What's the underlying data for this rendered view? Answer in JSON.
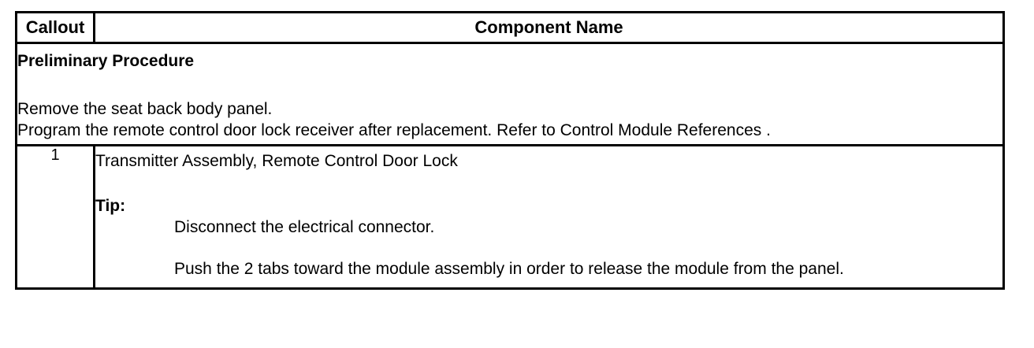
{
  "table": {
    "headers": {
      "callout": "Callout",
      "component_name": "Component Name"
    },
    "rows": [
      {
        "type": "preliminary",
        "callout": "",
        "heading": "Preliminary Procedure",
        "lines": [
          "Remove the seat back body panel.",
          "Program the remote control door lock receiver after replacement. Refer to Control Module References ."
        ]
      },
      {
        "type": "component",
        "callout": "1",
        "title": "Transmitter Assembly, Remote Control Door Lock",
        "tip_label": "Tip:",
        "tip_lines": [
          "Disconnect the electrical connector.",
          "Push the 2 tabs toward the module assembly in order to release the module from the panel."
        ]
      }
    ]
  },
  "colors": {
    "border": "#000000",
    "text": "#000000",
    "background": "#ffffff"
  }
}
